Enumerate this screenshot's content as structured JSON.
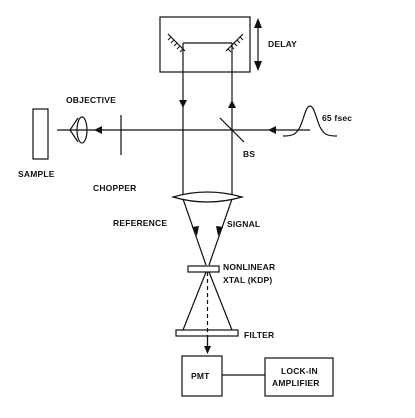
{
  "labels": {
    "delay": "DELAY",
    "objective": "OBJECTIVE",
    "sample": "SAMPLE",
    "chopper": "CHOPPER",
    "bs": "BS",
    "pulse": "65 fsec",
    "reference": "REFERENCE",
    "signal": "SIGNAL",
    "nonlinear_line1": "NONLINEAR",
    "nonlinear_line2": "XTAL (KDP)",
    "filter": "FILTER",
    "pmt": "PMT",
    "lockin_line1": "LOCK-IN",
    "lockin_line2": "AMPLIFIER"
  },
  "colors": {
    "ink": "#111111",
    "background": "#ffffff"
  }
}
